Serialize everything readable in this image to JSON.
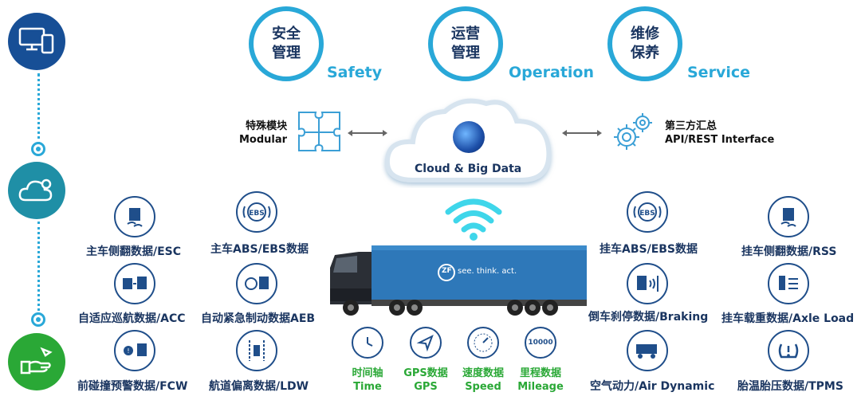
{
  "top": [
    {
      "cn": "安全\n管理",
      "en": "Safety"
    },
    {
      "cn": "运营\n管理",
      "en": "Operation"
    },
    {
      "cn": "维修\n保养",
      "en": "Service"
    }
  ],
  "cloud": {
    "label": "Cloud & Big Data"
  },
  "modular": {
    "cn": "特殊模块",
    "en": "Modular"
  },
  "api": {
    "cn": "第三方汇总",
    "en": "API/REST Interface"
  },
  "left_features": [
    {
      "label": "主车侧翻数据/ESC",
      "icon": "truck-rollover-icon"
    },
    {
      "label": "主车ABS/EBS数据",
      "icon": "ebs-icon"
    },
    {
      "label": "自适应巡航数据/ACC",
      "icon": "acc-icon"
    },
    {
      "label": "自动紧急制动数据AEB",
      "icon": "aeb-icon"
    },
    {
      "label": "前碰撞预警数据/FCW",
      "icon": "fcw-icon"
    },
    {
      "label": "航道偏离数据/LDW",
      "icon": "ldw-icon"
    }
  ],
  "right_features": [
    {
      "label": "挂车ABS/EBS数据",
      "icon": "ebs-icon"
    },
    {
      "label": "挂车侧翻数据/RSS",
      "icon": "trailer-rollover-icon"
    },
    {
      "label": "倒车刹停数据/Braking",
      "icon": "reverse-braking-icon"
    },
    {
      "label": "挂车载重数据/Axle Load",
      "icon": "axle-load-icon"
    },
    {
      "label": "空气动力/Air Dynamic",
      "icon": "air-dynamic-icon"
    },
    {
      "label": "胎温胎压数据/TPMS",
      "icon": "tpms-icon"
    }
  ],
  "metrics": [
    {
      "cn": "时间轴",
      "en": "Time",
      "icon": "clock-icon"
    },
    {
      "cn": "GPS数据",
      "en": "GPS",
      "icon": "gps-arrow-icon"
    },
    {
      "cn": "速度数据",
      "en": "Speed",
      "icon": "speedometer-icon"
    },
    {
      "cn": "里程数据",
      "en": "Mileage",
      "icon": "odometer-icon",
      "value": "10000"
    }
  ],
  "truck": {
    "logo": "ZF",
    "slogan": "see. think. act."
  },
  "colors": {
    "accent": "#29a8d8",
    "navy": "#1f4e8a",
    "green": "#2aa836",
    "teal": "#1f8fa6",
    "dark_blue": "#174f96"
  }
}
